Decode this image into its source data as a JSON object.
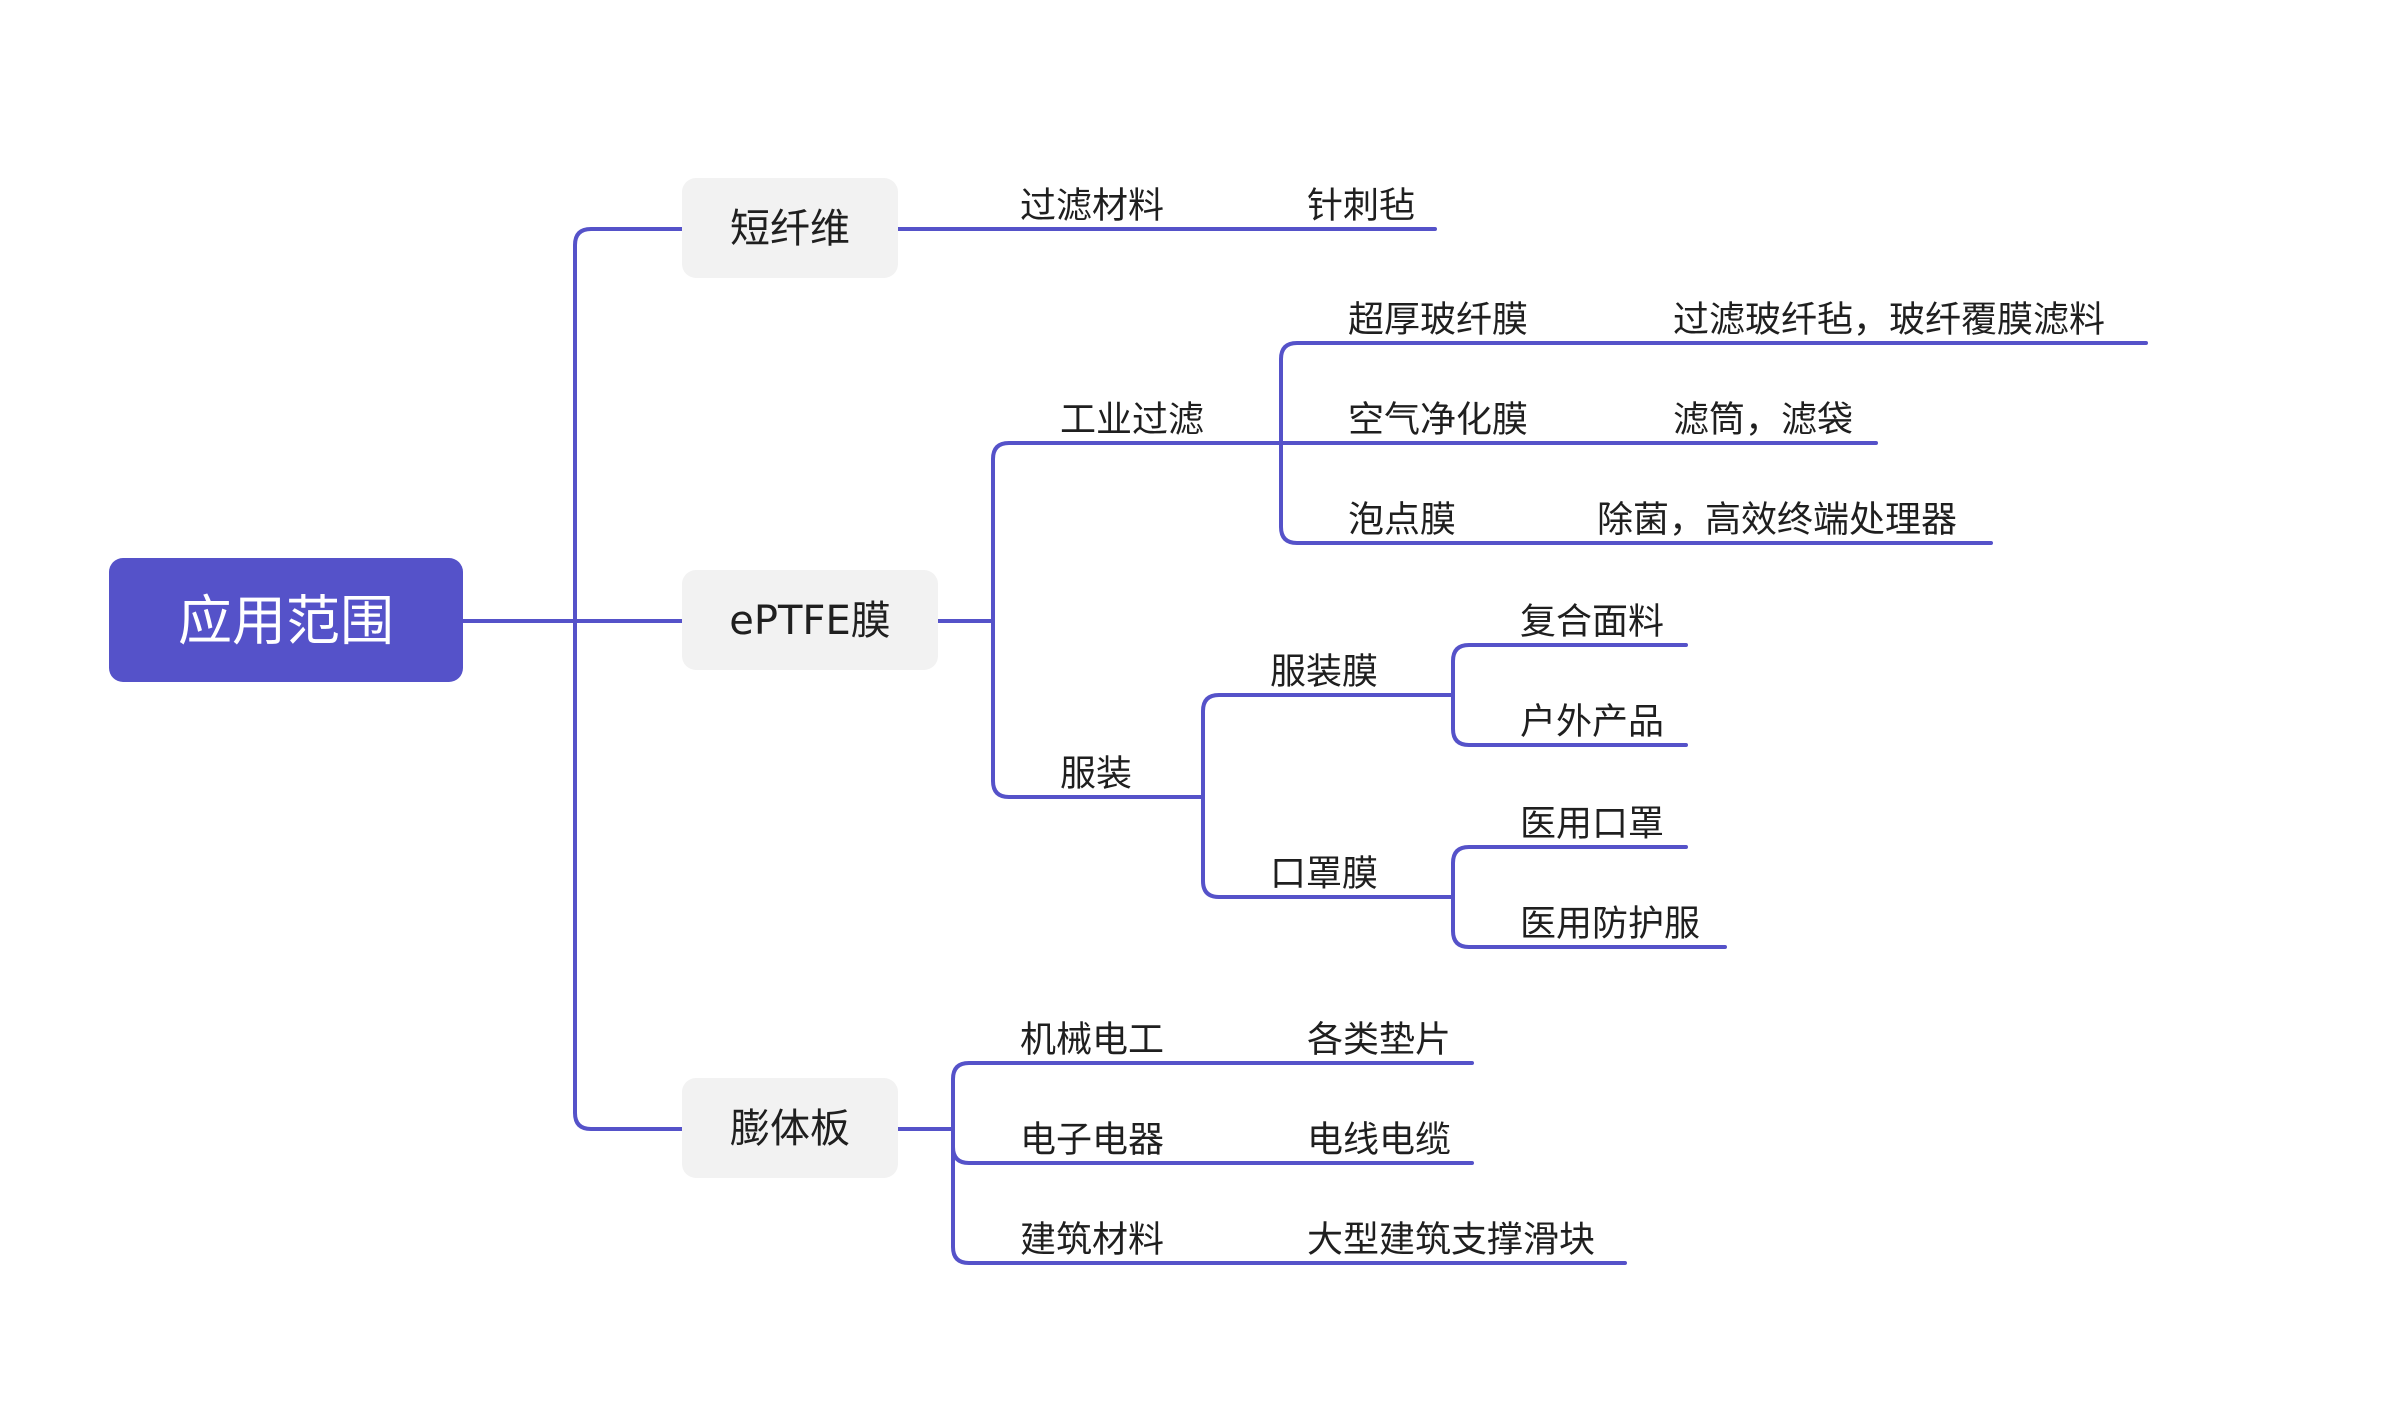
{
  "colors": {
    "accent": "#5552c9",
    "root_bg": "#5552c9",
    "node_bg": "#f2f2f2",
    "text": "#1f1f1f"
  },
  "root": {
    "label": "应用范围"
  },
  "branches": [
    {
      "label": "短纤维",
      "children": [
        {
          "label": "过滤材料",
          "children": [
            {
              "label": "针刺毡"
            }
          ]
        }
      ]
    },
    {
      "label": "ePTFE膜",
      "children": [
        {
          "label": "工业过滤",
          "children": [
            {
              "label": "超厚玻纤膜",
              "children": [
                {
                  "label": "过滤玻纤毡，玻纤覆膜滤料"
                }
              ]
            },
            {
              "label": "空气净化膜",
              "children": [
                {
                  "label": "滤筒，滤袋"
                }
              ]
            },
            {
              "label": "泡点膜",
              "children": [
                {
                  "label": "除菌，高效终端处理器"
                }
              ]
            }
          ]
        },
        {
          "label": "服装",
          "children": [
            {
              "label": "服装膜",
              "children": [
                {
                  "label": "复合面料"
                },
                {
                  "label": "户外产品"
                }
              ]
            },
            {
              "label": "口罩膜",
              "children": [
                {
                  "label": "医用口罩"
                },
                {
                  "label": "医用防护服"
                }
              ]
            }
          ]
        }
      ]
    },
    {
      "label": "膨体板",
      "children": [
        {
          "label": "机械电工",
          "children": [
            {
              "label": "各类垫片"
            }
          ]
        },
        {
          "label": "电子电器",
          "children": [
            {
              "label": "电线电缆"
            }
          ]
        },
        {
          "label": "建筑材料",
          "children": [
            {
              "label": "大型建筑支撑滑块"
            }
          ]
        }
      ]
    }
  ]
}
